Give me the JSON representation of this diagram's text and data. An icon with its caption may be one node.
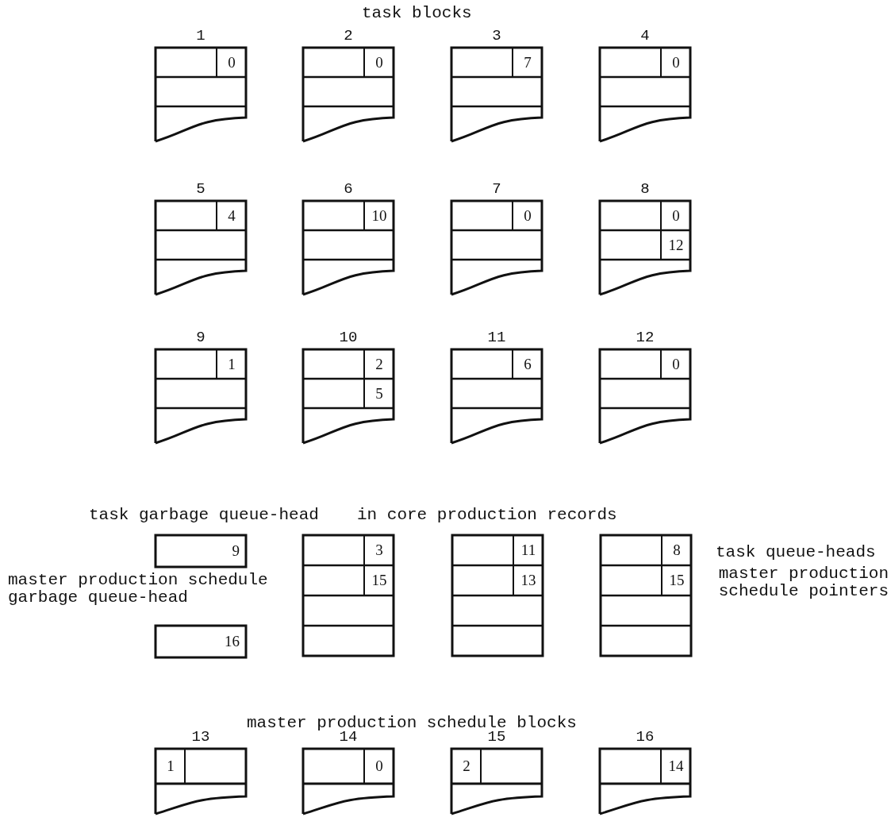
{
  "diagram": {
    "nodes": [
      {
        "text": [
          "1",
          "0"
        ]
      },
      {
        "text": [
          "2",
          "0"
        ]
      },
      {
        "text": [
          "3",
          "7"
        ]
      },
      {
        "text": [
          "4",
          "0"
        ]
      },
      {
        "text": [
          "5",
          "4"
        ]
      },
      {
        "text": [
          "6",
          "10"
        ]
      },
      {
        "text": [
          "7",
          "0"
        ]
      },
      {
        "text": [
          "8",
          "0",
          "12"
        ]
      },
      {
        "text": [
          "9",
          "1"
        ]
      },
      {
        "text": [
          "10",
          "2",
          "5"
        ]
      },
      {
        "text": [
          "11",
          "6"
        ]
      },
      {
        "text": [
          "12",
          "0"
        ]
      },
      {
        "text": [
          "9"
        ]
      },
      {
        "text": [
          "3",
          "15"
        ]
      },
      {
        "text": [
          "11",
          "13"
        ]
      },
      {
        "text": [
          "8",
          "15"
        ]
      },
      {
        "text": [
          "16"
        ]
      },
      {
        "text": [
          "13",
          "1"
        ]
      },
      {
        "text": [
          "14",
          "0"
        ]
      },
      {
        "text": [
          "15",
          "2"
        ]
      },
      {
        "text": [
          "16",
          "14"
        ]
      }
    ],
    "labels": [
      "task blocks",
      "task garbage queue-head",
      "in core production records",
      "task queue-heads",
      "master production schedule garbage queue-head",
      "master production schedule pointers",
      "master production schedule blocks"
    ]
  }
}
